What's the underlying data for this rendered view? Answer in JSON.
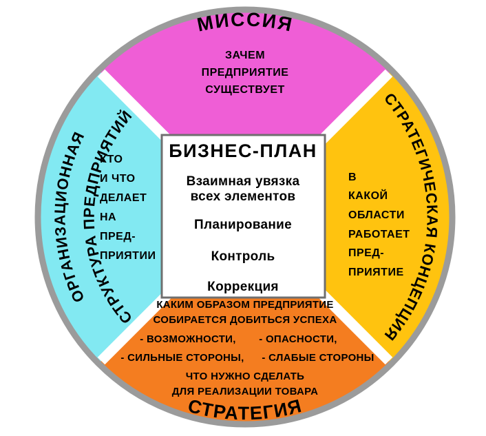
{
  "diagram": {
    "background": "#ffffff",
    "ring_color": "#9b9b9b",
    "center_box": {
      "border_color": "#6f6f6f",
      "title": "БИЗНЕС-ПЛАН",
      "subtitle_line1": "Взаимная увязка",
      "subtitle_line2": "всех элементов",
      "items": [
        "Планирование",
        "Контроль",
        "Коррекция"
      ]
    },
    "mission": {
      "title": "МИССИЯ",
      "color": "#ef5ed6",
      "lines": [
        "ЗАЧЕМ",
        "ПРЕДПРИЯТИЕ",
        "СУЩЕСТВУЕТ"
      ]
    },
    "org_structure": {
      "title_line1": "ОРГАНИЗАЦИОННАЯ",
      "title_line2": "СТРУКТУРА ПРЕДПРИЯТИЙ",
      "color": "#82e9f2",
      "lines": [
        "КТО",
        "И ЧТО",
        "ДЕЛАЕТ",
        "НА",
        "ПРЕД-",
        "ПРИЯТИИ"
      ]
    },
    "strategic_concept": {
      "title": "СТРАТЕГИЧЕСКАЯ КОНЦЕПЦИЯ",
      "color": "#ffc30f",
      "lines": [
        "В",
        "КАКОЙ",
        "ОБЛАСТИ",
        "РАБОТАЕТ",
        "ПРЕД-",
        "ПРИЯТИЕ"
      ]
    },
    "strategy": {
      "title": "СТРАТЕГИЯ",
      "color": "#f47d20",
      "intro": [
        "КАКИМ ОБРАЗОМ ПРЕДПРИЯТИЕ",
        "СОБИРАЕТСЯ ДОБИТЬСЯ УСПЕХА"
      ],
      "bullets_left": [
        "- ВОЗМОЖНОСТИ,",
        "- СИЛЬНЫЕ СТОРОНЫ,"
      ],
      "bullets_right": [
        "- ОПАСНОСТИ,",
        "- СЛАБЫЕ СТОРОНЫ"
      ],
      "footer": [
        "ЧТО НУЖНО СДЕЛАТЬ",
        "ДЛЯ РЕАЛИЗАЦИИ ТОВАРА"
      ]
    }
  }
}
